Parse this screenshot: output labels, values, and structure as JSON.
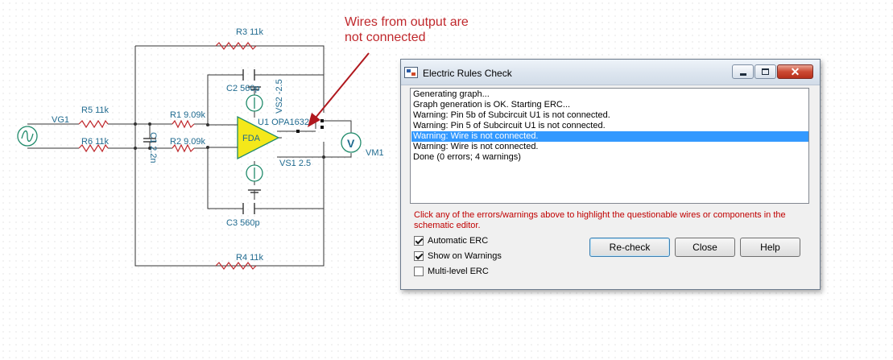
{
  "annotation": {
    "callout_lines": [
      "Wires from output are",
      "not connected"
    ]
  },
  "schematic": {
    "labels": {
      "r3": "R3 11k",
      "r4": "R4 11k",
      "r5": "R5 11k",
      "r6": "R6 11k",
      "r1": "R1 9.09k",
      "r2": "R2 9.09k",
      "c1": "C1 2.2n",
      "c2": "C2 560p",
      "c3": "C3 560p",
      "vg1": "VG1",
      "vs2": "VS2 -2.5",
      "vs1": "VS1 2.5",
      "u1": "U1 OPA1632",
      "fda": "FDA",
      "vm1": "VM1",
      "voltmeter_symbol": "V"
    }
  },
  "dialog": {
    "title": "Electric Rules Check",
    "messages": [
      "Generating graph...",
      "Graph generation is OK. Starting ERC...",
      "Warning: Pin 5b of Subcircuit U1 is not connected.",
      "Warning: Pin 5 of Subcircuit U1 is not connected.",
      "Warning: Wire is not connected.",
      "Warning: Wire is not connected.",
      "Done (0 errors; 4 warnings)"
    ],
    "selected_index": 4,
    "hint": "Click any of the errors/warnings above to highlight the questionable wires or components in the schematic editor.",
    "checks": {
      "automatic_erc": {
        "label": "Automatic ERC",
        "checked": true
      },
      "show_warnings": {
        "label": "Show on Warnings",
        "checked": true
      },
      "multilevel_erc": {
        "label": "Multi-level ERC",
        "checked": false
      }
    },
    "buttons": {
      "recheck": "Re-check",
      "close": "Close",
      "help": "Help"
    }
  },
  "colors": {
    "wire": "#333333",
    "resistor": "#c0282c",
    "component": "#1f8a6a",
    "label": "#1f6a8f",
    "opamp_fill": "#f4e81a",
    "callout": "#c0282c",
    "selection": "#3399ff"
  }
}
